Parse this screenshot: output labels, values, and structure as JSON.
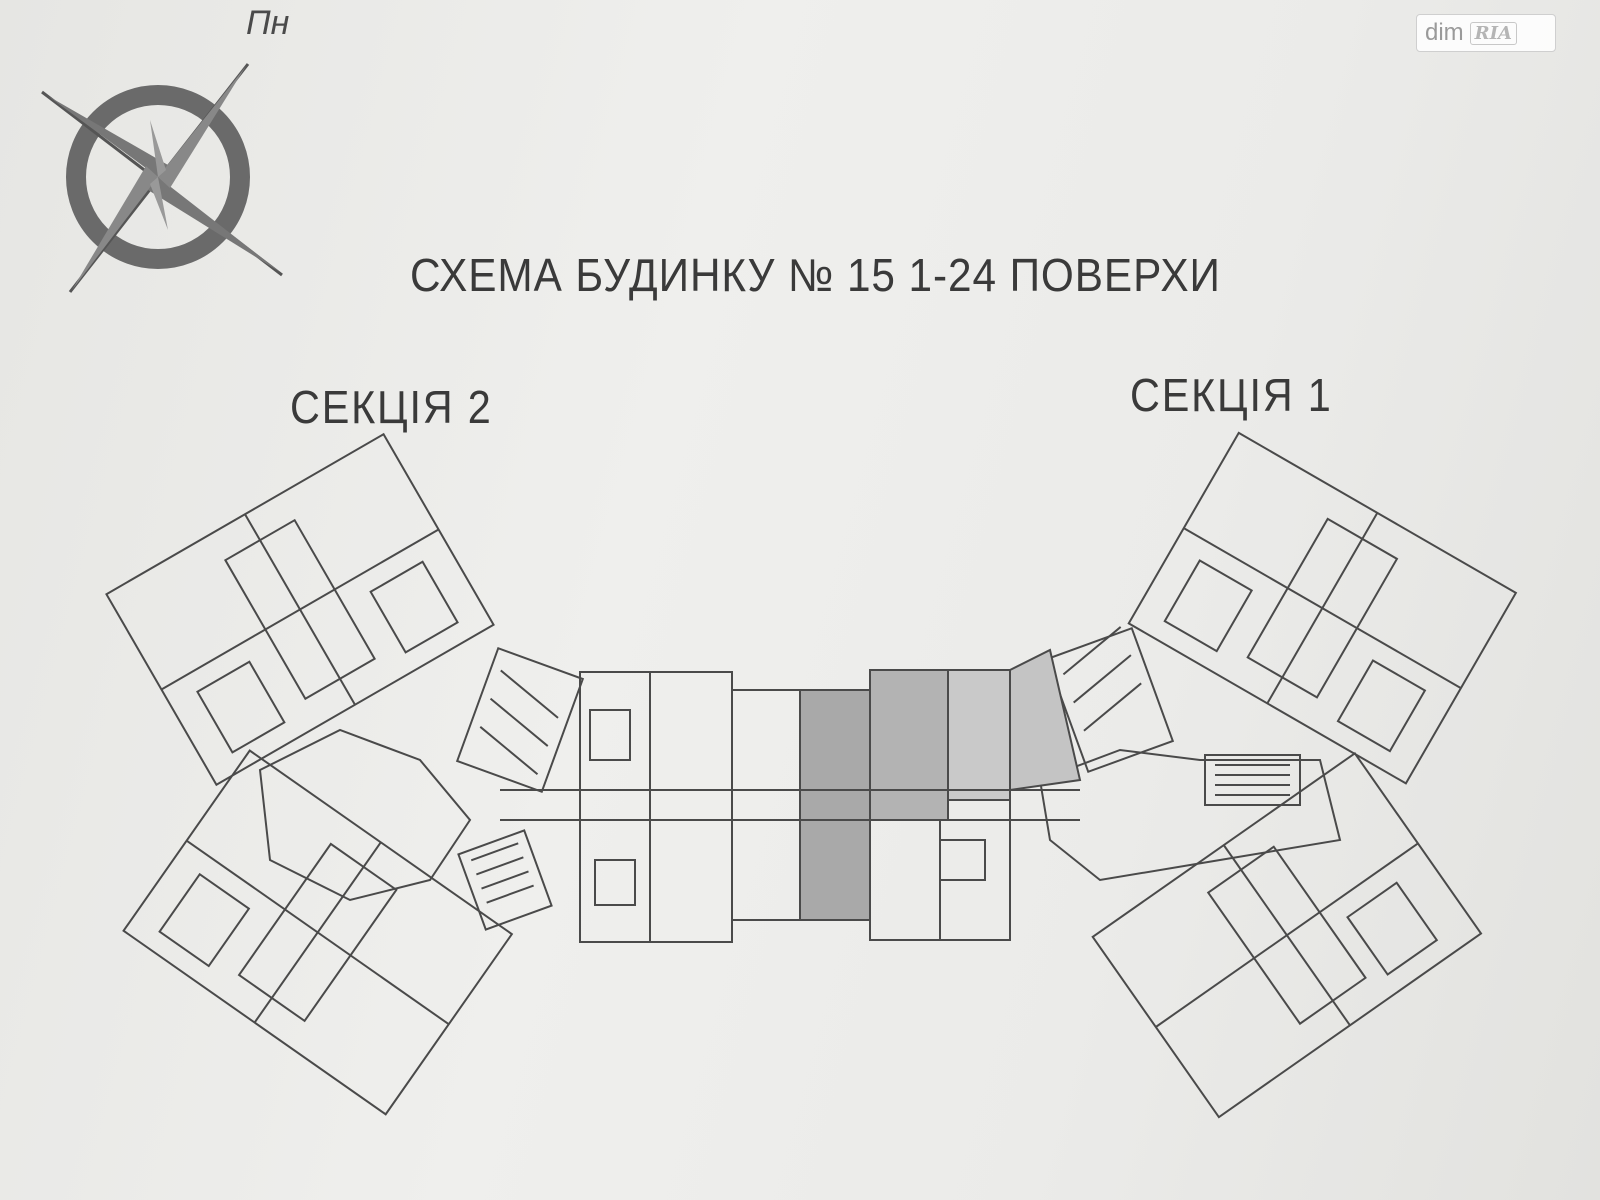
{
  "title": "СХЕМА БУДИНКУ № 15  1-24 ПОВЕРХИ",
  "compass": {
    "label": "Пн"
  },
  "sections": [
    {
      "label": "СЕКЦІЯ  2"
    },
    {
      "label": "СЕКЦІЯ  1"
    }
  ],
  "watermark": {
    "text": "dim",
    "badge": "RIA"
  },
  "colors": {
    "paper": "#ececea",
    "ink": "#3a3a3a",
    "highlight": "#a7a7a7"
  }
}
